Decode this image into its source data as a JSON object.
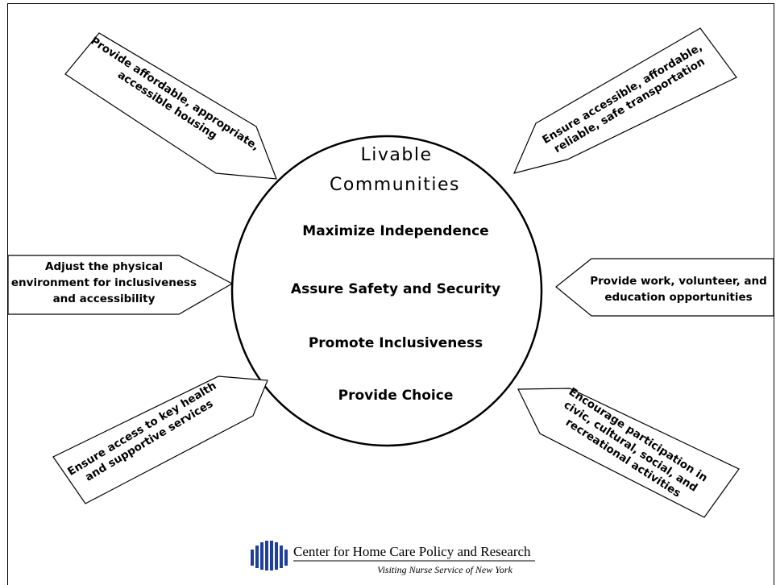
{
  "center": {
    "title_line1": "Livable",
    "title_line2": "Communities",
    "principles": [
      "Maximize Independence",
      "Assure Safety and Security",
      "Promote Inclusiveness",
      "Provide Choice"
    ]
  },
  "callouts": {
    "housing": [
      "Provide affordable, appropriate,",
      "accessible housing"
    ],
    "transportation": [
      "Ensure accessible, affordable,",
      "reliable, safe transportation"
    ],
    "physical_environment": [
      "Adjust the physical",
      "environment for inclusiveness",
      "and accessibility"
    ],
    "work": [
      "Provide work, volunteer, and",
      "education opportunities"
    ],
    "health": [
      "Ensure access to key health",
      "and supportive services"
    ],
    "participation": [
      "Encourage participation in",
      "civic, cultural, social, and",
      "recreational activities"
    ]
  },
  "footer": {
    "organization": "Center for Home Care Policy and Research",
    "subtitle": "Visiting Nurse Service of New York",
    "logo_color": "#1f3f9e"
  }
}
